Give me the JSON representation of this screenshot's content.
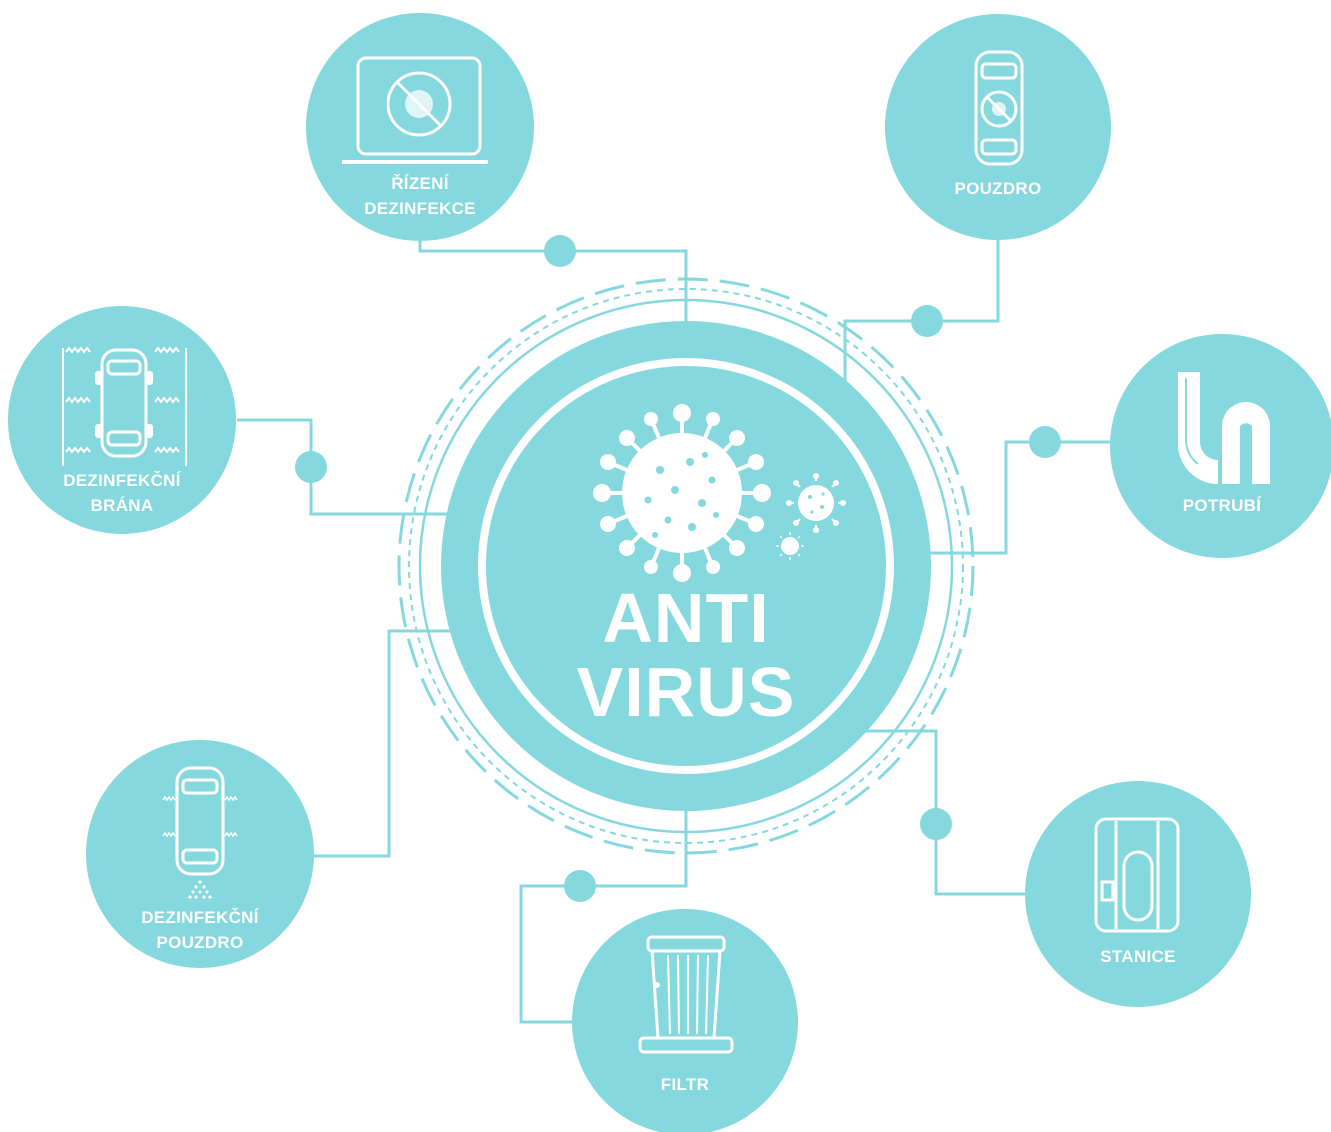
{
  "center": {
    "line1": "ANTI",
    "line2": "VIRUS",
    "icon": "virus-icon"
  },
  "nodes": [
    {
      "id": "rizeni",
      "label_lines": [
        "ŘÍZENÍ",
        "DEZINFEKCE"
      ],
      "icon": "laptop-no-virus-icon"
    },
    {
      "id": "pouzdro",
      "label_lines": [
        "POUZDRO"
      ],
      "icon": "capsule-no-virus-icon"
    },
    {
      "id": "brana",
      "label_lines": [
        "DEZINFEKČNÍ",
        "BRÁNA"
      ],
      "icon": "disinfection-gate-icon"
    },
    {
      "id": "potrubi",
      "label_lines": [
        "POTRUBÍ"
      ],
      "icon": "pipe-icon"
    },
    {
      "id": "dez-pouzdro",
      "label_lines": [
        "DEZINFEKČNÍ",
        "POUZDRO"
      ],
      "icon": "spray-capsule-icon"
    },
    {
      "id": "stanice",
      "label_lines": [
        "STANICE"
      ],
      "icon": "station-icon"
    },
    {
      "id": "filtr",
      "label_lines": [
        "FILTR"
      ],
      "icon": "filter-icon"
    }
  ],
  "colors": {
    "accent": "#84d8de",
    "white": "#ffffff"
  }
}
